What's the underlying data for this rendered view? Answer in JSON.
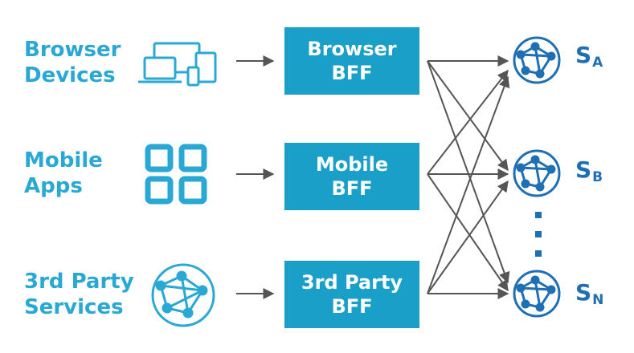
{
  "clients": [
    {
      "line1": "Browser",
      "line2": "Devices",
      "icon": "devices-icon"
    },
    {
      "line1": "Mobile",
      "line2": "Apps",
      "icon": "app-grid-icon"
    },
    {
      "line1": "3rd Party",
      "line2": "Services",
      "icon": "network-globe-icon"
    }
  ],
  "bffs": [
    {
      "line1": "Browser",
      "line2": "BFF"
    },
    {
      "line1": "Mobile",
      "line2": "BFF"
    },
    {
      "line1": "3rd Party",
      "line2": "BFF"
    }
  ],
  "services": [
    {
      "main": "S",
      "sub": "A",
      "icon": "network-globe-icon"
    },
    {
      "main": "S",
      "sub": "B",
      "icon": "network-globe-icon"
    },
    {
      "main": "S",
      "sub": "N",
      "icon": "network-globe-icon"
    }
  ],
  "colors": {
    "client_text": "#29a8d4",
    "bff_fill": "#1aa0c8",
    "service_color": "#1f6fb5",
    "arrow": "#555555"
  }
}
